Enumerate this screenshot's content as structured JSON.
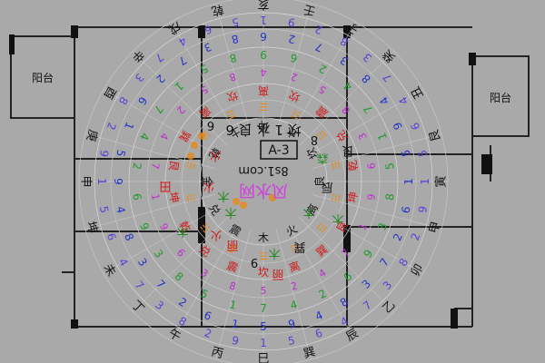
{
  "floorplan": {
    "balcony_left": "阳台",
    "balcony_right": "阳台",
    "unit_label": "A-3"
  },
  "watermark": {
    "url": "8s1.com",
    "site_name": "风水网"
  },
  "compass": {
    "center_upper_text": "坎 1 水 良 6",
    "colors": {
      "ring_outer_digits": "#5a3fd6",
      "ring_green": "#1e9b2d",
      "ring_magenta": "#c02ad0",
      "ring_blue": "#2432c8",
      "ring_inner_green": "#2a8a2a",
      "ring_red": "#d01818",
      "ring_orange": "#e58a1a",
      "ring_black": "#111111",
      "background": "#a9a9a9",
      "walls": "#222222"
    },
    "rings": [
      {
        "name": "outer-characters",
        "color": "#111111",
        "text": [
          "亥",
          "壬",
          "子",
          "癸",
          "丑",
          "艮",
          "寅",
          "甲",
          "卯",
          "乙",
          "辰",
          "巽",
          "巳",
          "丙",
          "午",
          "丁",
          "未",
          "坤",
          "申",
          "庚",
          "酉",
          "辛",
          "戌",
          "乾"
        ]
      },
      {
        "name": "outer-digits",
        "color": "#5a3fd6",
        "text": [
          "1",
          "9",
          "2",
          "8",
          "3",
          "7",
          "4",
          "6",
          "5",
          "1",
          "9",
          "2",
          "8",
          "3",
          "7",
          "4",
          "6",
          "5",
          "1",
          "9",
          "2",
          "8",
          "3",
          "7",
          "4",
          "6",
          "5",
          "1",
          "9",
          "2",
          "8",
          "3",
          "7",
          "4",
          "6",
          "5"
        ]
      },
      {
        "name": "blue-digits",
        "color": "#2432c8",
        "text": [
          "6",
          "2",
          "7",
          "3",
          "8",
          "4",
          "9",
          "5",
          "1",
          "6",
          "2",
          "7",
          "3",
          "8",
          "4",
          "9",
          "5",
          "1",
          "6",
          "2",
          "7",
          "3",
          "8",
          "4",
          "9",
          "5",
          "1",
          "6",
          "2",
          "7",
          "3",
          "8"
        ]
      },
      {
        "name": "green-digits",
        "color": "#1e9b2d",
        "text": [
          "9",
          "6",
          "2",
          "4",
          "7",
          "1",
          "5",
          "8",
          "3",
          "9",
          "6",
          "2",
          "4",
          "7",
          "1",
          "5",
          "8",
          "3",
          "9",
          "6",
          "2",
          "4",
          "7",
          "1",
          "5",
          "8"
        ]
      },
      {
        "name": "magenta-digits",
        "color": "#c02ad0",
        "text": [
          "4",
          "2",
          "5",
          "8",
          "3",
          "6",
          "9",
          "1",
          "7",
          "4",
          "2",
          "5",
          "8",
          "3",
          "6",
          "9",
          "1",
          "7",
          "4",
          "2",
          "5",
          "8"
        ]
      },
      {
        "name": "red-characters",
        "color": "#d01818",
        "text": [
          "离",
          "坎",
          "震",
          "兑",
          "乾",
          "坤",
          "艮",
          "巽",
          "离",
          "坎",
          "震",
          "兑",
          "乾",
          "坤",
          "艮",
          "巽",
          "离",
          "坎"
        ]
      },
      {
        "name": "orange-symbols",
        "color": "#e58a1a",
        "text": [
          "☰",
          "☷",
          "☳",
          "☴",
          "☵",
          "☲",
          "☶",
          "☱",
          "☰",
          "☷",
          "☳",
          "☴",
          "☵",
          "☲"
        ]
      },
      {
        "name": "inner-characters",
        "color": "#111111",
        "text": [
          "坤",
          "水",
          "坎",
          "良",
          "离",
          "火",
          "木",
          "震",
          "兑",
          "金",
          "乾",
          "土"
        ]
      }
    ],
    "inner_green_labels": [
      "木",
      "木",
      "木",
      "木",
      "森",
      "木",
      "木"
    ],
    "inner_red_labels": [
      "火",
      "火",
      "火",
      "丽",
      "田",
      "丽"
    ],
    "inner_black_labels": [
      "8",
      "9",
      "6",
      "艮",
      "巽",
      "辰"
    ]
  }
}
